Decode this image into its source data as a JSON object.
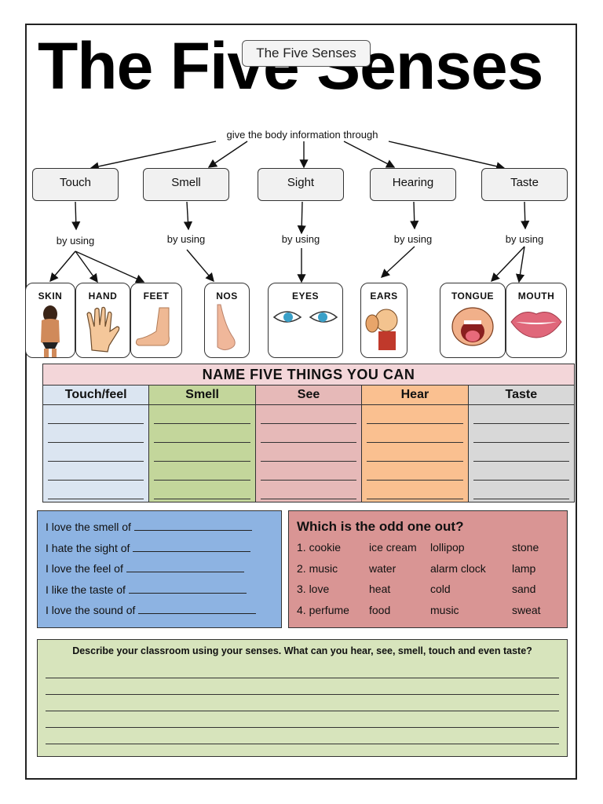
{
  "title": "The Five Senses",
  "title_tag": "The Five Senses",
  "center_label": "give the body information through",
  "senses": [
    "Touch",
    "Smell",
    "Sight",
    "Hearing",
    "Taste"
  ],
  "by_using": "by using",
  "organs": [
    "SKIN",
    "HAND",
    "FEET",
    "NOS",
    "EYES",
    "EARS",
    "TONGUE",
    "MOUTH"
  ],
  "things_table": {
    "title": "NAME FIVE THINGS YOU CAN",
    "columns": [
      {
        "label": "Touch/feel",
        "color": "#dbe5f1"
      },
      {
        "label": "Smell",
        "color": "#c3d69b"
      },
      {
        "label": "See",
        "color": "#e6b9b8"
      },
      {
        "label": "Hear",
        "color": "#fac090"
      },
      {
        "label": "Taste",
        "color": "#d8d8d8"
      }
    ]
  },
  "love": {
    "color": "#8db3e2",
    "rows": [
      "I love the smell of",
      "I hate the sight of",
      "I love the feel of",
      "I like the taste of",
      "I love the sound of"
    ]
  },
  "odd": {
    "color": "#d99594",
    "title": "Which is the odd one out?",
    "rows": [
      [
        "1. cookie",
        "ice cream",
        "lollipop",
        "stone"
      ],
      [
        "2. music",
        "water",
        "alarm clock",
        "lamp"
      ],
      [
        "3. love",
        "heat",
        "cold",
        "sand"
      ],
      [
        "4. perfume",
        "food",
        "music",
        "sweat"
      ]
    ]
  },
  "describe": {
    "color": "#d7e4bc",
    "question": "Describe your classroom using your senses. What can you hear, see, smell, touch and even taste?"
  }
}
